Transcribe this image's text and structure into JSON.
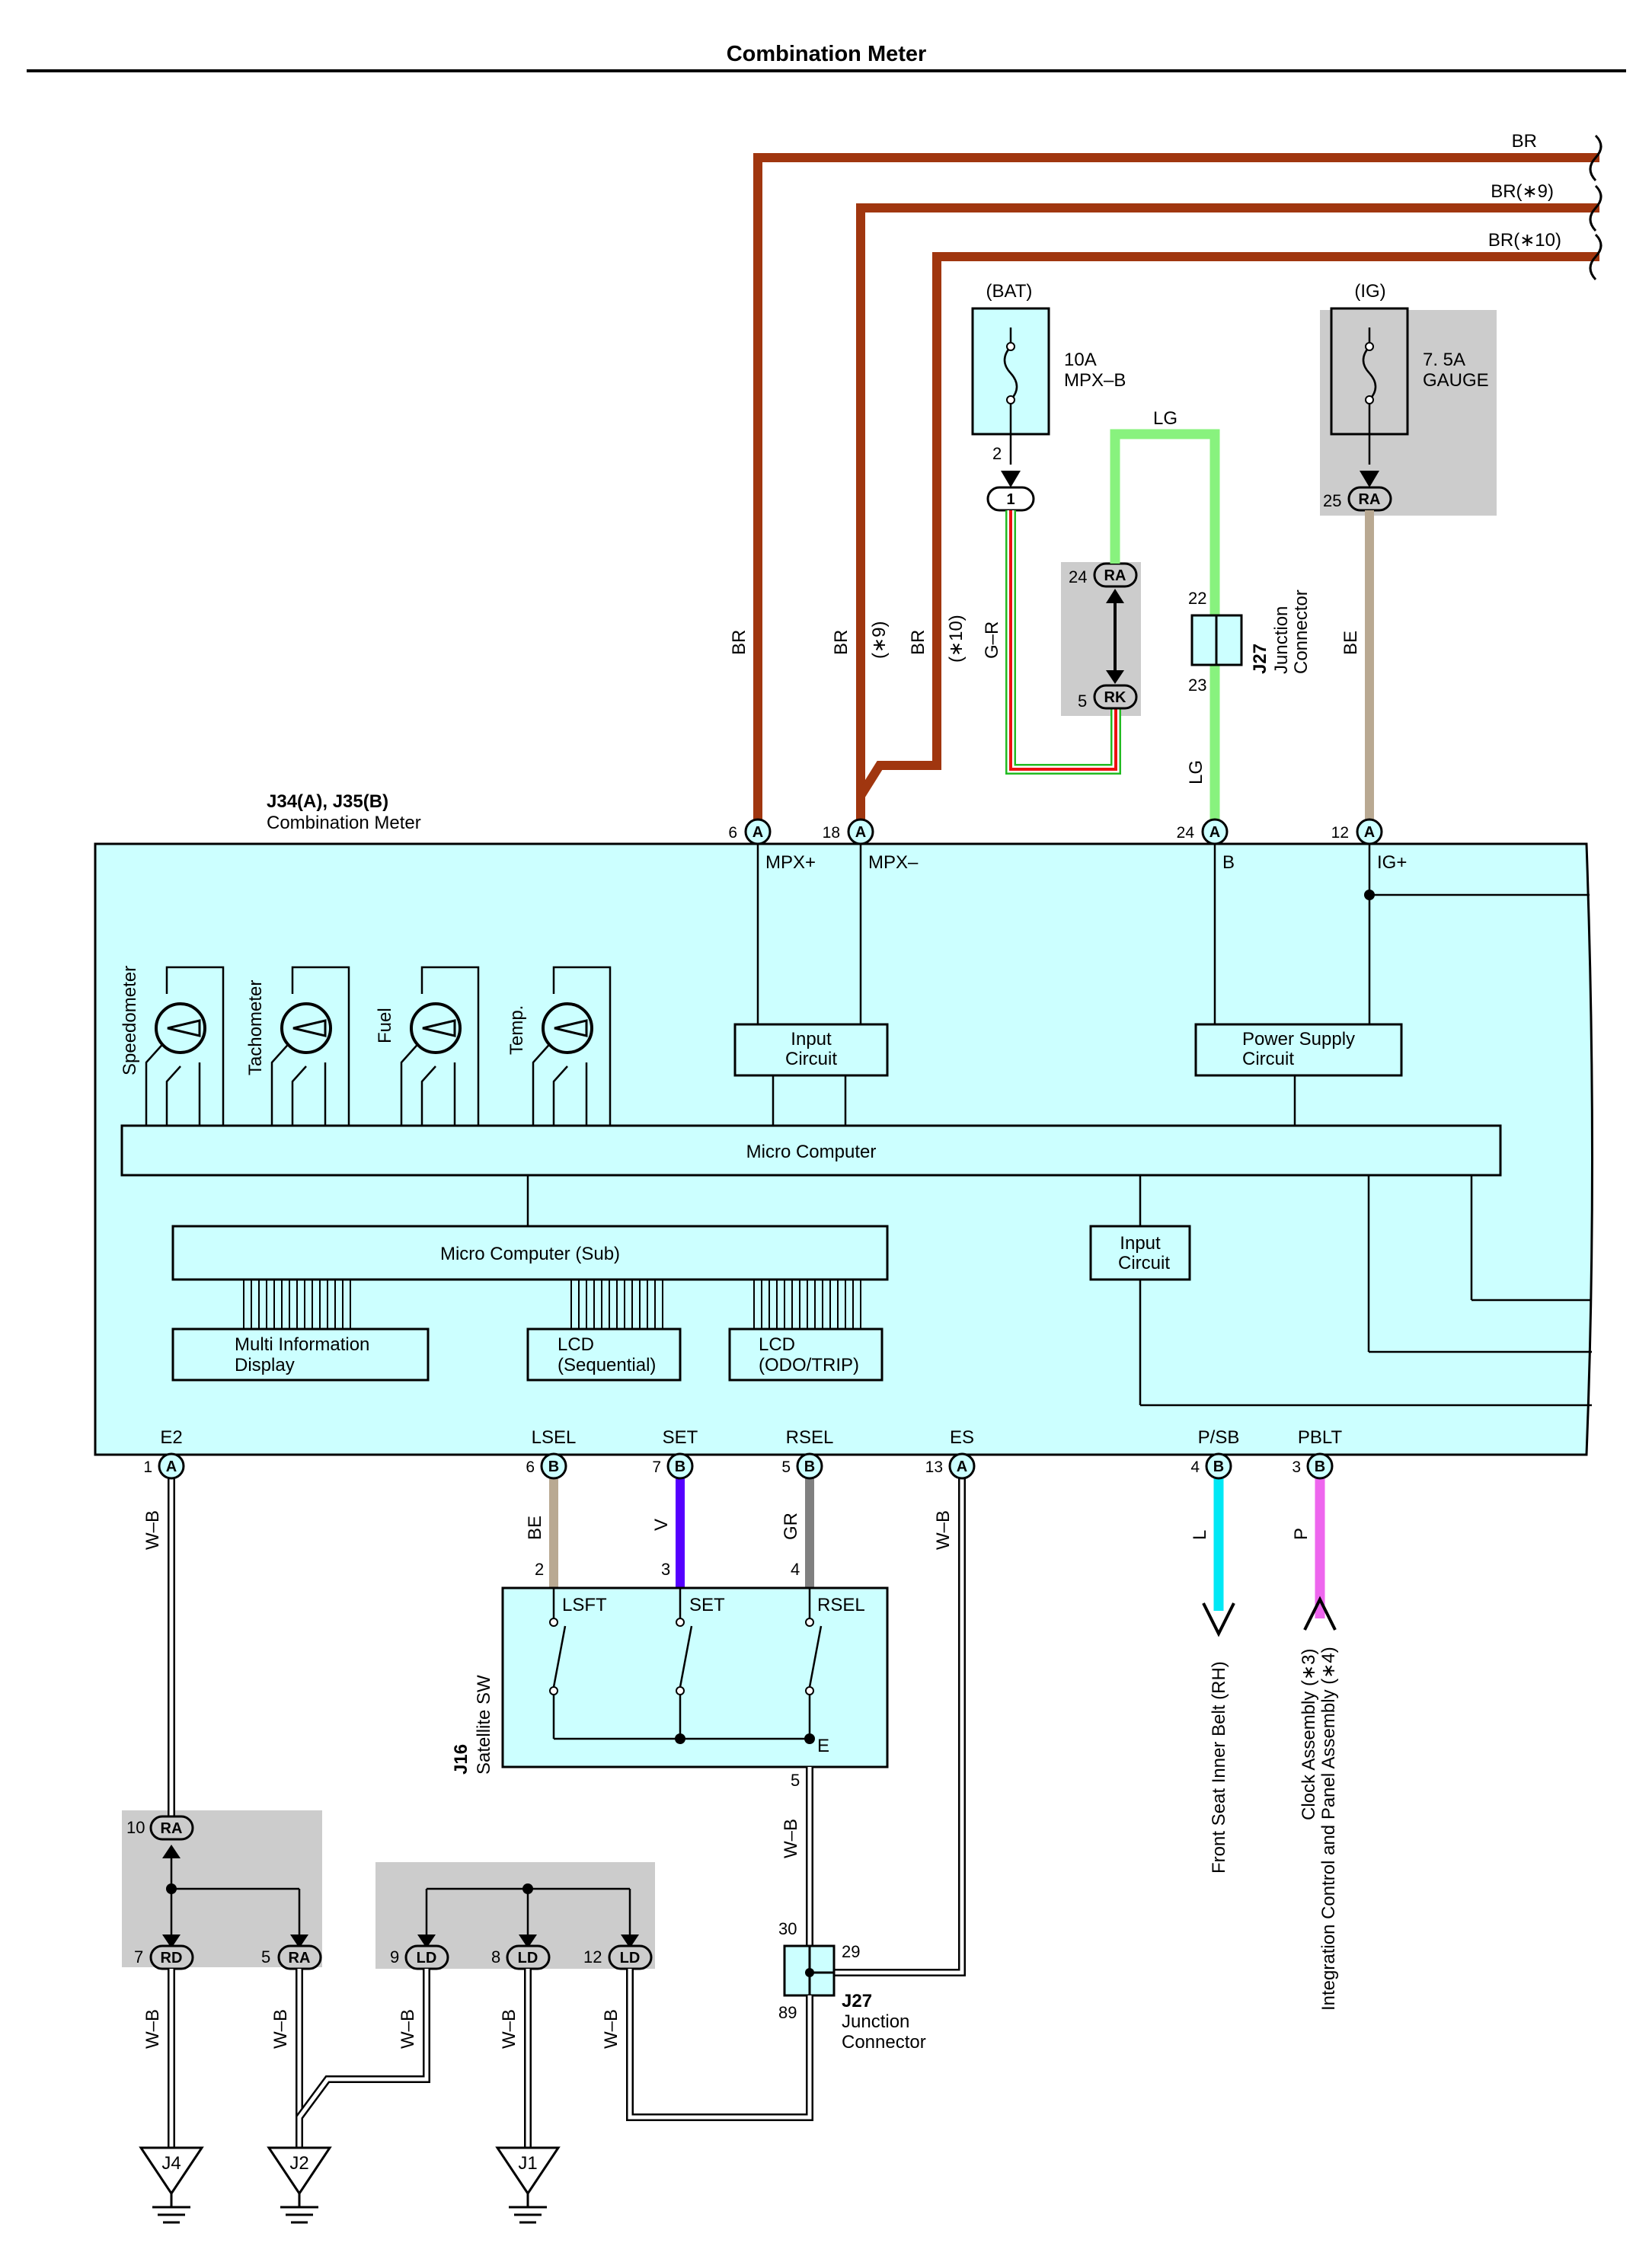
{
  "title": "Combination Meter",
  "colors": {
    "BR": "#a0360f",
    "LG": "#88f27e",
    "BE": "#b9a992",
    "V": "#5500ff",
    "GR": "#808080",
    "L": "#00e8f5",
    "P": "#ee66ee",
    "G_R_green": "#22bb22",
    "G_R_red": "#ee1111",
    "panel": "#ccffff",
    "shade": "#cccccc"
  },
  "wires_top": {
    "br": "BR",
    "br9": "BR(∗9)",
    "br10": "BR(∗10)"
  },
  "bat": {
    "label": "(BAT)",
    "fuse_rating": "10A",
    "fuse_name": "MPX–B",
    "pin_fuse": "2",
    "pin_conn": "1"
  },
  "ig": {
    "label": "(IG)",
    "fuse_rating": "7. 5A",
    "fuse_name": "GAUGE",
    "pin": "25",
    "conn": "RA"
  },
  "wire_labels": {
    "br": "BR",
    "br9_a": "BR",
    "br9_b": "(∗9)",
    "br10_a": "BR",
    "br10_b": "(∗10)",
    "gr": "G–R",
    "lg_top": "LG",
    "lg_side": "LG",
    "be": "BE"
  },
  "connector_ra_rk": {
    "pin_top": "24",
    "conn_top": "RA",
    "pin_bot": "5",
    "conn_bot": "RK"
  },
  "j27_top": {
    "pin_a": "22",
    "pin_b": "23",
    "code": "J27",
    "name_1": "Junction",
    "name_2": "Connector"
  },
  "meter": {
    "code": "J34(A), J35(B)",
    "name": "Combination Meter",
    "top_pins": [
      {
        "pin": "6",
        "conn": "A",
        "signal": "MPX+"
      },
      {
        "pin": "18",
        "conn": "A",
        "signal": "MPX–"
      },
      {
        "pin": "24",
        "conn": "A",
        "signal": "B"
      },
      {
        "pin": "12",
        "conn": "A",
        "signal": "IG+"
      }
    ],
    "gauges": [
      "Speedometer",
      "Tachometer",
      "Fuel",
      "Temp."
    ],
    "input_circuit_1": [
      "Input",
      "Circuit"
    ],
    "power_supply": [
      "Power Supply",
      "Circuit"
    ],
    "micro_computer": "Micro Computer",
    "micro_sub": "Micro Computer (Sub)",
    "input_circuit_2": [
      "Input",
      "Circuit"
    ],
    "mid": [
      "Multi Information",
      "Display"
    ],
    "lcd_seq": [
      "LCD",
      "(Sequential)"
    ],
    "lcd_odo": [
      "LCD",
      "(ODO/TRIP)"
    ],
    "bottom_pins": [
      {
        "pin": "1",
        "conn": "A",
        "signal": "E2"
      },
      {
        "pin": "6",
        "conn": "B",
        "signal": "LSEL"
      },
      {
        "pin": "7",
        "conn": "B",
        "signal": "SET"
      },
      {
        "pin": "5",
        "conn": "B",
        "signal": "RSEL"
      },
      {
        "pin": "13",
        "conn": "A",
        "signal": "ES"
      },
      {
        "pin": "4",
        "conn": "B",
        "signal": "P/SB"
      },
      {
        "pin": "3",
        "conn": "B",
        "signal": "PBLT"
      }
    ]
  },
  "lower_wires": {
    "wb1": "W–B",
    "be": "BE",
    "v": "V",
    "gr": "GR",
    "wb_es": "W–B",
    "l": "L",
    "p": "P"
  },
  "satellite": {
    "code": "J16",
    "name": "Satellite SW",
    "pins": [
      "2",
      "3",
      "4"
    ],
    "switches": [
      "LSFT",
      "SET",
      "RSEL"
    ],
    "ground_label": "E",
    "out_pin": "5",
    "out_wire": "W–B"
  },
  "j27_bottom": {
    "pin_top": "30",
    "pin_right": "29",
    "pin_bottom": "89",
    "code": "J27",
    "name_1": "Junction",
    "name_2": "Connector"
  },
  "ra_group": {
    "pin_in": "10",
    "conn_in": "RA",
    "pin_out1": "7",
    "conn_out1": "RD",
    "pin_out2": "5",
    "conn_out2": "RA"
  },
  "ld_group": {
    "pins": [
      "9",
      "8",
      "12"
    ],
    "conns": [
      "LD",
      "LD",
      "LD"
    ]
  },
  "ground_wires": [
    "W–B",
    "W–B",
    "W–B",
    "W–B",
    "W–B"
  ],
  "grounds": [
    "J4",
    "J2",
    "J1"
  ],
  "destinations": {
    "front_seat": "Front Seat Inner Belt (RH)",
    "clock_1": "Clock Assembly (∗3)",
    "clock_2": "Integration Control and Panel Assembly (∗4)"
  }
}
